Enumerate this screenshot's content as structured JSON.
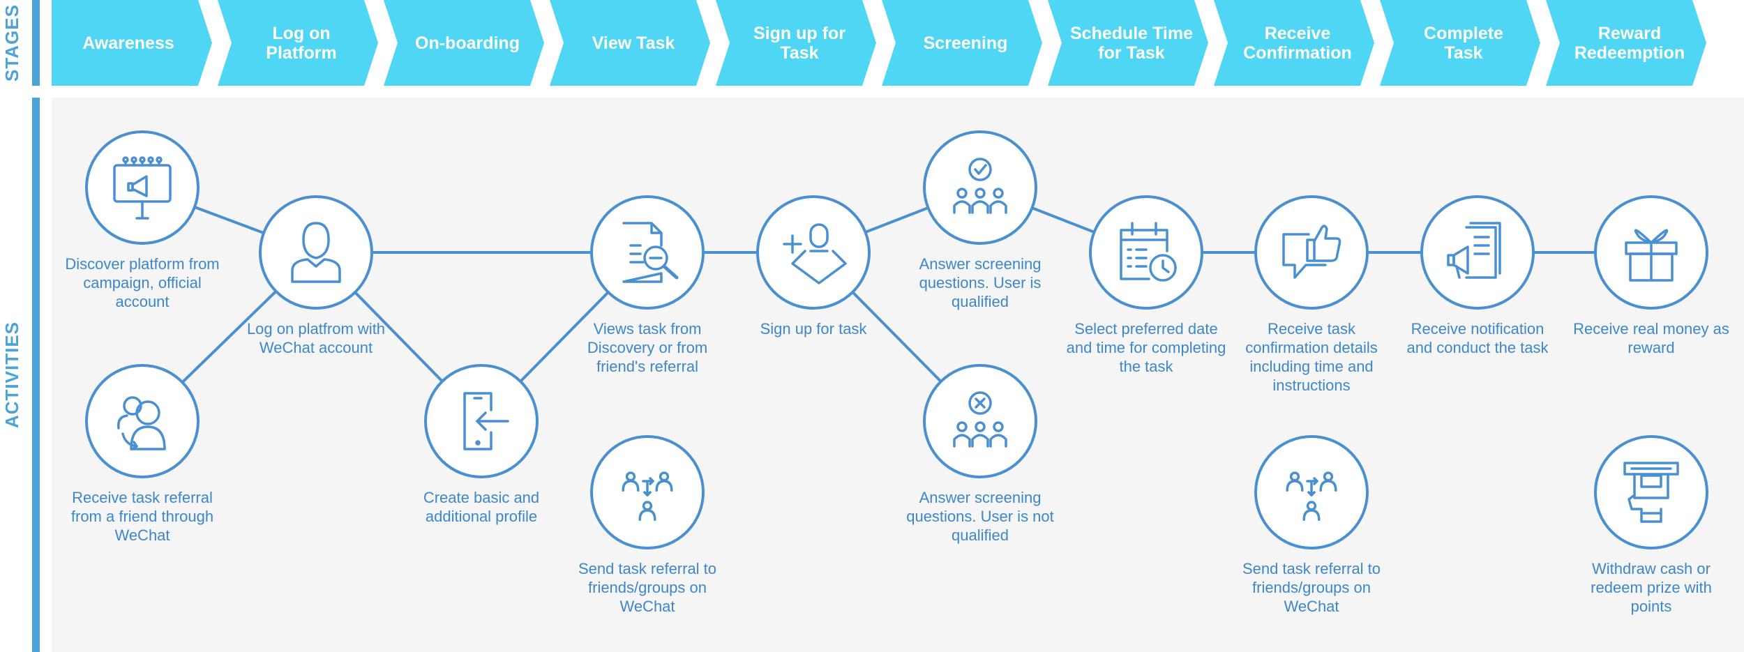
{
  "labels": {
    "stages": "STAGES",
    "activities": "ACTIVITIES"
  },
  "colors": {
    "stage_fill": "#4fd6f4",
    "accent": "#4a8fd0",
    "text": "#3d87c9",
    "background": "#f5f5f5"
  },
  "stages": [
    "Awareness",
    "Log on\nPlatform",
    "On-boarding",
    "View Task",
    "Sign up for\nTask",
    "Screening",
    "Schedule Time\nfor Task",
    "Receive\nConfirmation",
    "Complete\nTask",
    "Reward\nRedeemption"
  ],
  "activities": [
    {
      "id": "discover",
      "icon": "billboard-megaphone-icon",
      "caption": "Discover platform from campaign, official account"
    },
    {
      "id": "receive-referral",
      "icon": "user-refresh-icon",
      "caption": "Receive task referral from a friend through WeChat"
    },
    {
      "id": "log-on",
      "icon": "user-icon",
      "caption": "Log on platfrom with WeChat account"
    },
    {
      "id": "create-profile",
      "icon": "phone-login-icon",
      "caption": "Create basic and additional profile"
    },
    {
      "id": "views-task",
      "icon": "document-search-icon",
      "caption": "Views task from Discovery or from friend's referral"
    },
    {
      "id": "send-referral-1",
      "icon": "people-share-icon",
      "caption": "Send task referral to friends/groups on WeChat"
    },
    {
      "id": "sign-up",
      "icon": "add-user-icon",
      "caption": "Sign up for task"
    },
    {
      "id": "qualified",
      "icon": "group-check-icon",
      "caption": "Answer screening questions. User is qualified"
    },
    {
      "id": "not-qualified",
      "icon": "group-cross-icon",
      "caption": "Answer screening questions. User is not qualified"
    },
    {
      "id": "schedule",
      "icon": "calendar-clock-icon",
      "caption": "Select preferred date and time for completing the task"
    },
    {
      "id": "confirmation",
      "icon": "chat-thumbs-up-icon",
      "caption": "Receive task confirmation details including time and instructions"
    },
    {
      "id": "send-referral-2",
      "icon": "people-share-icon",
      "caption": "Send task referral to friends/groups on WeChat"
    },
    {
      "id": "notification",
      "icon": "document-megaphone-icon",
      "caption": "Receive notification and conduct the task"
    },
    {
      "id": "reward",
      "icon": "gift-icon",
      "caption": "Receive real money as reward"
    },
    {
      "id": "withdraw",
      "icon": "atm-cash-icon",
      "caption": "Withdraw cash or redeem prize with points"
    }
  ],
  "connections": [
    [
      "discover",
      "log-on"
    ],
    [
      "receive-referral",
      "log-on"
    ],
    [
      "log-on",
      "create-profile"
    ],
    [
      "log-on",
      "views-task"
    ],
    [
      "create-profile",
      "views-task"
    ],
    [
      "views-task",
      "sign-up"
    ],
    [
      "sign-up",
      "qualified"
    ],
    [
      "sign-up",
      "not-qualified"
    ],
    [
      "qualified",
      "schedule"
    ],
    [
      "schedule",
      "confirmation"
    ],
    [
      "confirmation",
      "notification"
    ],
    [
      "notification",
      "reward"
    ]
  ]
}
